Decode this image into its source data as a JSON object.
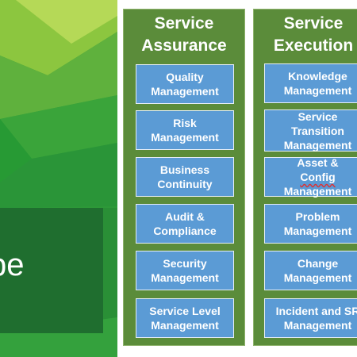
{
  "left_panel": {
    "partial_text": "pe",
    "colors": {
      "base": "#2e9a39",
      "light": "#9ccd45",
      "dark_box": "#1f6e2f"
    }
  },
  "columns": [
    {
      "title_line1": "Service",
      "title_line2": "Assurance",
      "items": [
        {
          "line1": "Quality",
          "line2": "Management"
        },
        {
          "line1": "Risk",
          "line2": "Management"
        },
        {
          "line1": "Business",
          "line2": "Continuity"
        },
        {
          "line1": "Audit &",
          "line2": "Compliance"
        },
        {
          "line1": "Security",
          "line2": "Management"
        },
        {
          "line1": "Service Level",
          "line2": "Management"
        }
      ]
    },
    {
      "title_line1": "Service",
      "title_line2": "Execution",
      "items": [
        {
          "line1": "Knowledge",
          "line2": "Management"
        },
        {
          "line1": "Service",
          "line2": "Transition",
          "line3": "Management"
        },
        {
          "line1": "Asset & ",
          "line1b": "Config",
          "line2": "Management"
        },
        {
          "line1": "Problem",
          "line2": "Management"
        },
        {
          "line1": "Change",
          "line2": "Management"
        },
        {
          "line1": "Incident and SR",
          "line2": "Management"
        }
      ]
    }
  ],
  "colors": {
    "column_bg": "#5b8c3a",
    "box_bg": "#5b9bd5",
    "text": "#ffffff"
  }
}
